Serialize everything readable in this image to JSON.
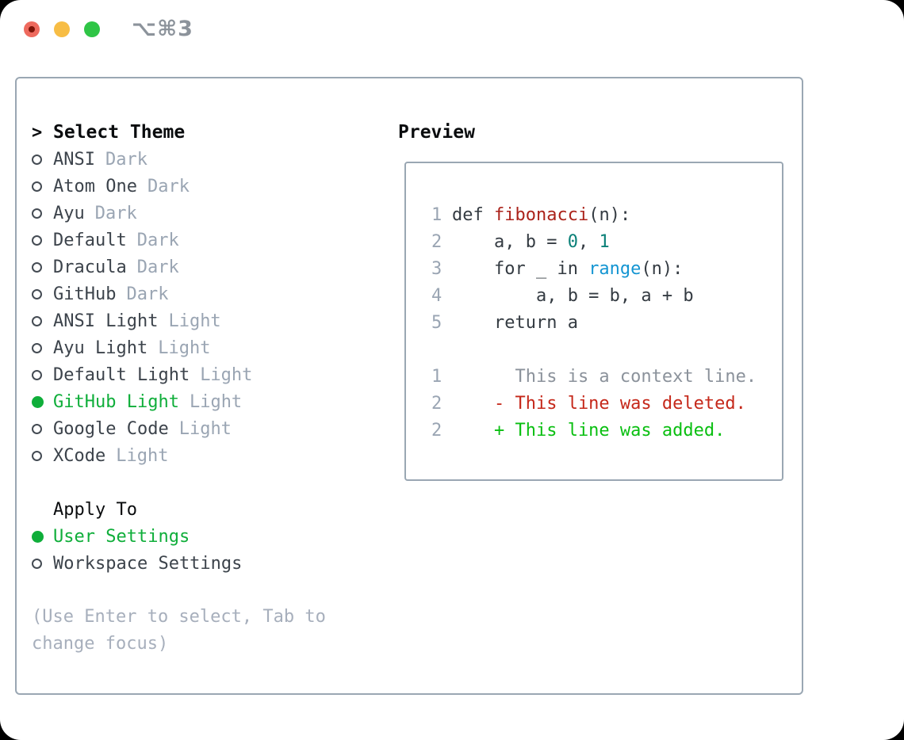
{
  "titlebar": {
    "shortcut": "⌥⌘3",
    "buttons": [
      "close",
      "minimize",
      "zoom"
    ]
  },
  "theme_picker": {
    "title_prefix": ">",
    "title": "Select Theme",
    "items": [
      {
        "name": "ANSI",
        "variant": "Dark",
        "selected": false
      },
      {
        "name": "Atom One",
        "variant": "Dark",
        "selected": false
      },
      {
        "name": "Ayu",
        "variant": "Dark",
        "selected": false
      },
      {
        "name": "Default",
        "variant": "Dark",
        "selected": false
      },
      {
        "name": "Dracula",
        "variant": "Dark",
        "selected": false
      },
      {
        "name": "GitHub",
        "variant": "Dark",
        "selected": false
      },
      {
        "name": "ANSI Light",
        "variant": "Light",
        "selected": false
      },
      {
        "name": "Ayu Light",
        "variant": "Light",
        "selected": false
      },
      {
        "name": "Default Light",
        "variant": "Light",
        "selected": false
      },
      {
        "name": "GitHub Light",
        "variant": "Light",
        "selected": true
      },
      {
        "name": "Google Code",
        "variant": "Light",
        "selected": false
      },
      {
        "name": "XCode",
        "variant": "Light",
        "selected": false
      }
    ],
    "apply_to": {
      "title": "Apply To",
      "options": [
        {
          "label": "User Settings",
          "selected": true
        },
        {
          "label": "Workspace Settings",
          "selected": false
        }
      ]
    },
    "hint_lines": [
      "(Use Enter to select, Tab to",
      "change focus)"
    ]
  },
  "preview": {
    "title": "Preview",
    "lines": [
      {
        "num": "1",
        "segs": [
          {
            "t": "def ",
            "c": "fg"
          },
          {
            "t": "fibonacci",
            "c": "func"
          },
          {
            "t": "(n):",
            "c": "fg"
          }
        ]
      },
      {
        "num": "2",
        "segs": [
          {
            "t": "    a, b = ",
            "c": "fg"
          },
          {
            "t": "0",
            "c": "num"
          },
          {
            "t": ", ",
            "c": "fg"
          },
          {
            "t": "1",
            "c": "num"
          }
        ]
      },
      {
        "num": "3",
        "segs": [
          {
            "t": "    for _ in ",
            "c": "fg"
          },
          {
            "t": "range",
            "c": "builtin"
          },
          {
            "t": "(n):",
            "c": "fg"
          }
        ]
      },
      {
        "num": "4",
        "segs": [
          {
            "t": "        a, b = b, a + b",
            "c": "fg"
          }
        ]
      },
      {
        "num": "5",
        "segs": [
          {
            "t": "    return a",
            "c": "fg"
          }
        ]
      },
      {
        "num": "",
        "segs": []
      },
      {
        "num": "1",
        "segs": [
          {
            "t": "      This is a context line.",
            "c": "ctx"
          }
        ]
      },
      {
        "num": "2",
        "segs": [
          {
            "t": "    - This line was deleted.",
            "c": "del"
          }
        ]
      },
      {
        "num": "2",
        "segs": [
          {
            "t": "    + This line was added.",
            "c": "add"
          }
        ]
      }
    ]
  },
  "colors": {
    "accent_green": "#0fae3a",
    "added_green": "#0abf11",
    "deleted_red": "#c5281a",
    "function_red": "#ab231b",
    "number_teal": "#0b8078",
    "builtin_blue": "#1495d2",
    "code_fg": "#343b42",
    "item_fg": "#3c434b",
    "muted_gray": "#9aa5b3",
    "context_gray": "#8b929b",
    "hint_gray": "#a7afbc",
    "header_black": "#0a0c0e",
    "border_gray": "#9aa7b3",
    "titlebar_gray": "#8c939b",
    "light_red": "#ee6a5e",
    "light_red_dot": "#7d1408",
    "light_yellow": "#f7bd45",
    "light_green": "#2fc546"
  }
}
